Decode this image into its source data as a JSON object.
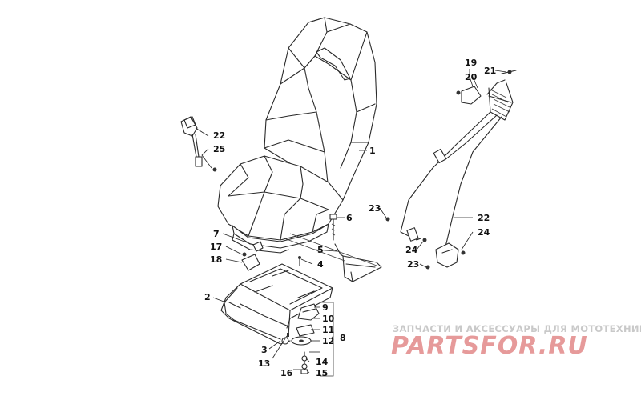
{
  "callouts": {
    "c1": "1",
    "c2": "2",
    "c3": "3",
    "c4": "4",
    "c5": "5",
    "c6": "6",
    "c7": "7",
    "c8": "8",
    "c9": "9",
    "c10": "10",
    "c11": "11",
    "c12": "12",
    "c13": "13",
    "c14": "14",
    "c15": "15",
    "c16": "16",
    "c17": "17",
    "c18": "18",
    "c19": "19",
    "c20": "20",
    "c21": "21",
    "c22_buckle": "22",
    "c25": "25",
    "c23_upper": "23",
    "c22_belt": "22",
    "c24_upper": "24",
    "c24_lower": "24",
    "c23_lower": "23"
  },
  "watermark": {
    "tagline": "ЗАПЧАСТИ И АКСЕССУАРЫ ДЛЯ МОТОТЕХНИКИ",
    "logo": "PARTSFOR.RU"
  }
}
